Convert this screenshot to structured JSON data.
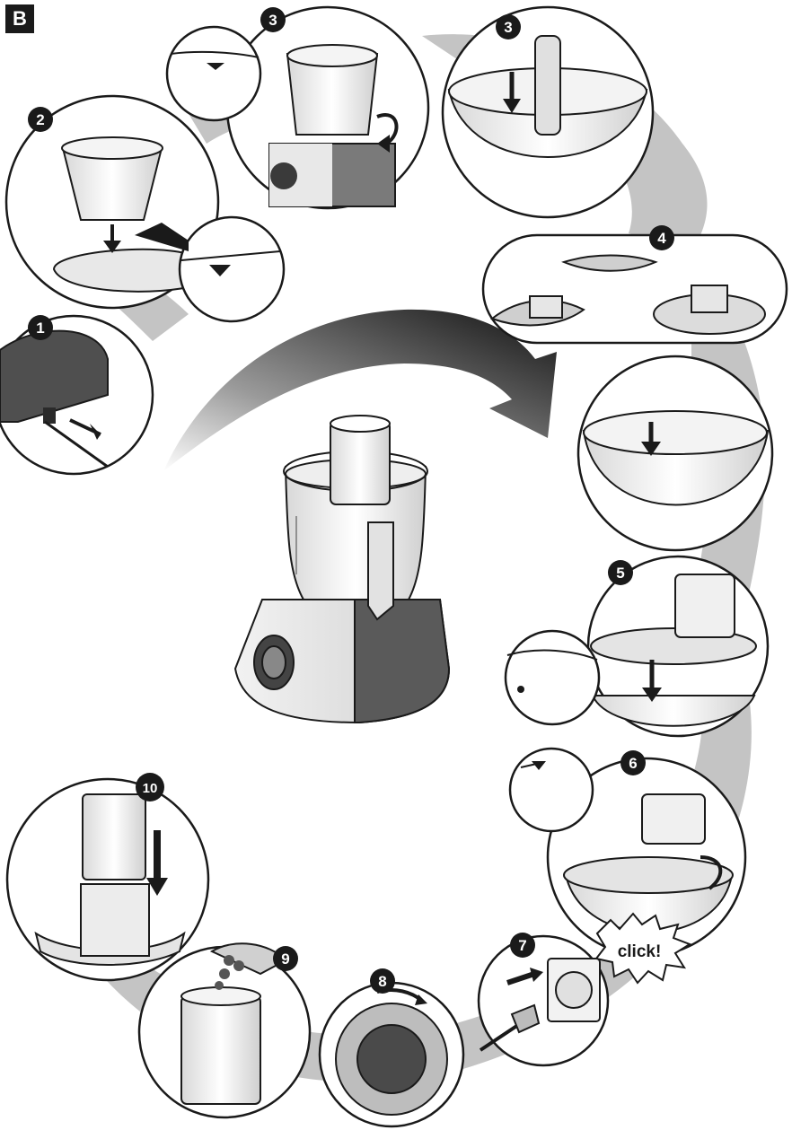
{
  "section_label": "B",
  "steps": [
    {
      "number": "1",
      "name": "pull-out-cord"
    },
    {
      "number": "2",
      "name": "attach-bowl"
    },
    {
      "number": "3",
      "name": "lock-bowl"
    },
    {
      "number": "3",
      "name": "insert-drive-shaft"
    },
    {
      "number": "4",
      "name": "fit-tool"
    },
    {
      "number": "5",
      "name": "fit-lid"
    },
    {
      "number": "6",
      "name": "lock-lid"
    },
    {
      "number": "7",
      "name": "plug-in"
    },
    {
      "number": "8",
      "name": "set-speed"
    },
    {
      "number": "9",
      "name": "add-food"
    },
    {
      "number": "10",
      "name": "insert-pusher"
    }
  ],
  "click_label": "click!",
  "colors": {
    "ink": "#1a1a1a",
    "shadow": "#bdbdbd",
    "dark_grey": "#555555",
    "mid_grey": "#8a8a8a",
    "light_grey": "#e6e6e6"
  }
}
